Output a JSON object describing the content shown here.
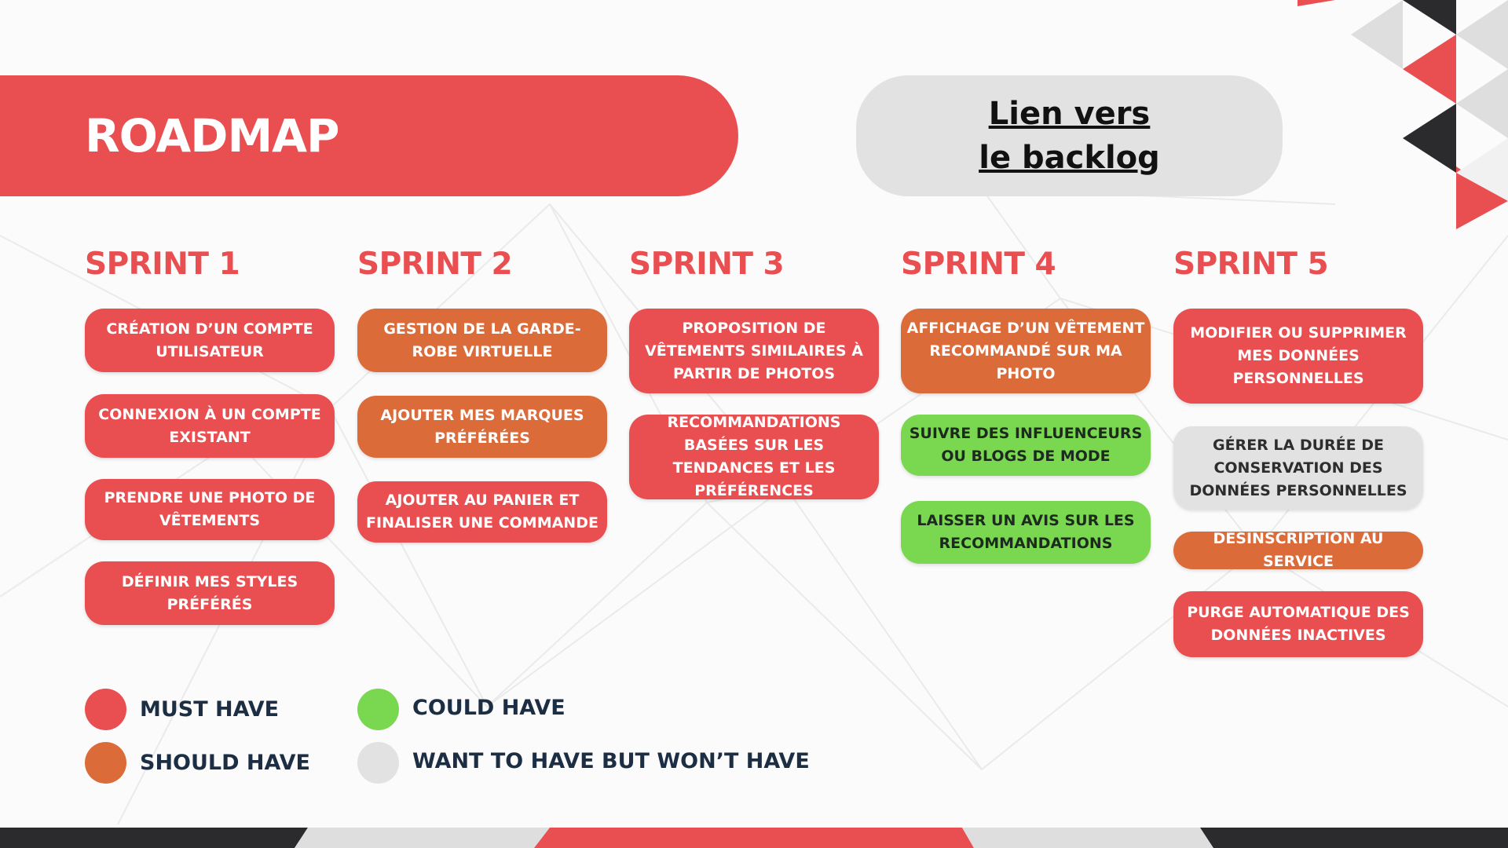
{
  "colors": {
    "must": "#e94f51",
    "should": "#dc6b3a",
    "could": "#7ad750",
    "wont": "#e2e2e2",
    "dark": "#2b2b2e"
  },
  "header": {
    "title": "ROADMAP",
    "backlog_link": {
      "line1": "Lien vers",
      "line2": "le backlog"
    }
  },
  "sprints": [
    {
      "title": "SPRINT 1",
      "items": [
        {
          "label": "CRÉATION D’UN COMPTE UTILISATEUR",
          "priority": "must"
        },
        {
          "label": "CONNEXION À UN COMPTE EXISTANT",
          "priority": "must"
        },
        {
          "label": "PRENDRE UNE PHOTO DE VÊTEMENTS",
          "priority": "must"
        },
        {
          "label": "DÉFINIR MES STYLES PRÉFÉRÉS",
          "priority": "must"
        }
      ]
    },
    {
      "title": "SPRINT 2",
      "items": [
        {
          "label": "GESTION DE LA GARDE-ROBE VIRTUELLE",
          "priority": "should"
        },
        {
          "label": "AJOUTER MES MARQUES PRÉFÉRÉES",
          "priority": "should"
        },
        {
          "label": "AJOUTER AU PANIER ET FINALISER UNE COMMANDE",
          "priority": "must"
        }
      ]
    },
    {
      "title": "SPRINT 3",
      "items": [
        {
          "label": "PROPOSITION DE VÊTEMENTS SIMILAIRES À PARTIR DE PHOTOS",
          "priority": "must"
        },
        {
          "label": "RECOMMANDATIONS BASÉES SUR LES TENDANCES ET LES PRÉFÉRENCES",
          "priority": "must"
        }
      ]
    },
    {
      "title": "SPRINT 4",
      "items": [
        {
          "label": "AFFICHAGE D’UN VÊTEMENT RECOMMANDÉ SUR MA PHOTO",
          "priority": "should"
        },
        {
          "label": "SUIVRE DES INFLUENCEURS OU BLOGS DE MODE",
          "priority": "could"
        },
        {
          "label": "LAISSER UN AVIS SUR LES RECOMMANDATIONS",
          "priority": "could"
        }
      ]
    },
    {
      "title": "SPRINT 5",
      "items": [
        {
          "label": "MODIFIER OU SUPPRIMER MES DONNÉES PERSONNELLES",
          "priority": "must"
        },
        {
          "label": "GÉRER LA DURÉE DE CONSERVATION DES DONNÉES PERSONNELLES",
          "priority": "wont"
        },
        {
          "label": "DÉSINSCRIPTION AU SERVICE",
          "priority": "should"
        },
        {
          "label": "PURGE AUTOMATIQUE DES DONNÉES INACTIVES",
          "priority": "must"
        }
      ]
    }
  ],
  "legend": {
    "must": "MUST HAVE",
    "should": "SHOULD HAVE",
    "could": "COULD HAVE",
    "wont": "WANT TO HAVE BUT WON’T HAVE"
  }
}
